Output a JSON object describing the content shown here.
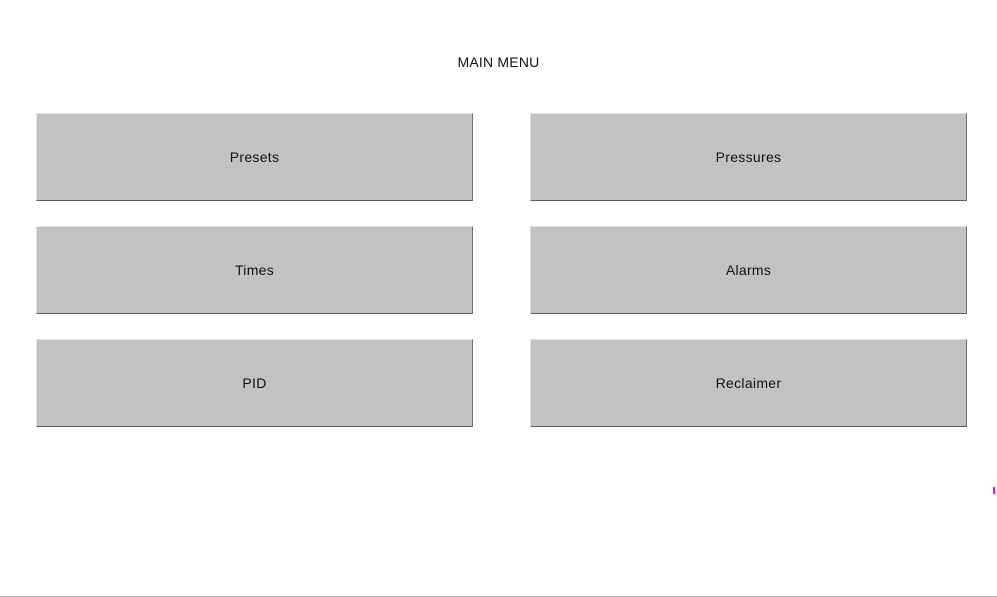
{
  "header": {
    "title": "MAIN MENU"
  },
  "menu": {
    "presets": "Presets",
    "pressures": "Pressures",
    "times": "Times",
    "alarms": "Alarms",
    "pid": "PID",
    "reclaimer": "Reclaimer"
  },
  "colors": {
    "background": "#ffffff",
    "button_face": "#c3c1c4",
    "button_shadow": "#5e5d60",
    "marker": "#d81fd8"
  }
}
